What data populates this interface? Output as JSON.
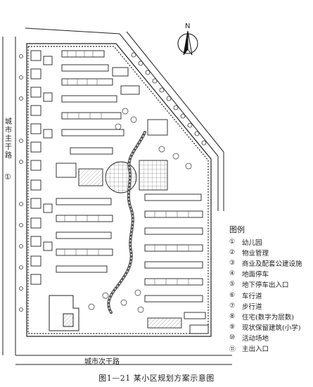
{
  "roads": {
    "main_trunk": "城市主干路",
    "secondary_trunk": "城市次干路",
    "circle_1_marker": "①"
  },
  "compass": {
    "letter": "N"
  },
  "legend": {
    "title": "图例",
    "items": [
      {
        "num": "①",
        "label": "幼儿园"
      },
      {
        "num": "②",
        "label": "物业管理"
      },
      {
        "num": "③",
        "label": "商业及配套公建设施"
      },
      {
        "num": "④",
        "label": "地面停车"
      },
      {
        "num": "⑤",
        "label": "地下停车出入口"
      },
      {
        "num": "⑥",
        "label": "车行道"
      },
      {
        "num": "⑦",
        "label": "步行道"
      },
      {
        "num": "⑧",
        "label": "住宅(数字为层数)"
      },
      {
        "num": "⑨",
        "label": "现状保留建筑(小学)"
      },
      {
        "num": "⑩",
        "label": "活动场地"
      },
      {
        "num": "⑪",
        "label": "主出入口"
      }
    ]
  },
  "caption": "图1—21  某小区规划方案示意图",
  "colors": {
    "ink": "#222222",
    "paper": "#ffffff",
    "gray": "#8a8a8a"
  }
}
